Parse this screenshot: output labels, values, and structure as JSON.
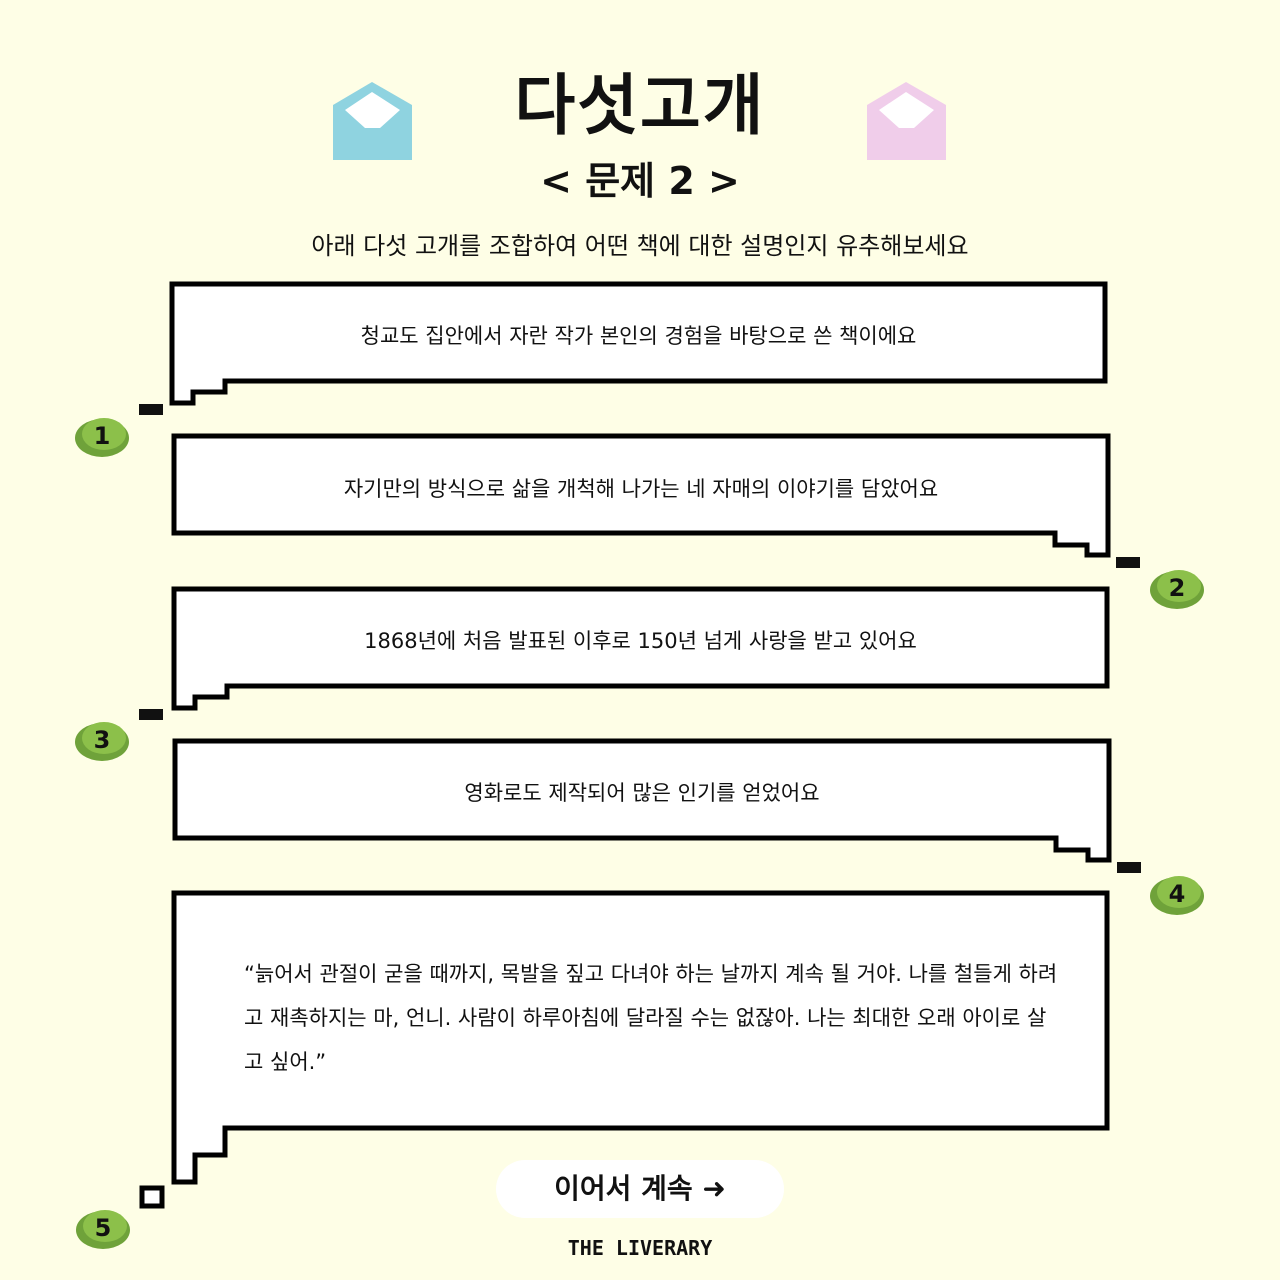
{
  "title": "다섯고개",
  "subtitle": "< 문제 2 >",
  "instruction": "아래 다섯 고개를 조합하여 어떤 책에 대한 설명인지 유추해보세요",
  "clues": [
    {
      "number": "1",
      "text": "청교도 집안에서 자란 작가 본인의 경험을 바탕으로 쓴 책이에요"
    },
    {
      "number": "2",
      "text": "자기만의 방식으로 삶을 개척해 나가는 네 자매의 이야기를 담았어요"
    },
    {
      "number": "3",
      "text": "1868년에 처음 발표된 이후로 150년 넘게 사랑을 받고 있어요"
    },
    {
      "number": "4",
      "text": "영화로도 제작되어 많은 인기를 얻었어요"
    },
    {
      "number": "5",
      "text": "“늙어서 관절이 굳을 때까지, 목발을 짚고 다녀야 하는 날까지 계속 될 거야. 나를 철들게 하려고 재촉하지는 마, 언니. 사람이 하루아침에 달라질 수는 없잖아. 나는 최대한 오래 아이로 살고 싶어.”"
    }
  ],
  "continue_button": "이어서 계속 ➜",
  "brand": "THE LIVERARY",
  "colors": {
    "background": "#fefee6",
    "bush": "#8cc04a",
    "envelope_blue": "#8fd3e0",
    "envelope_pink": "#f0cdea"
  }
}
